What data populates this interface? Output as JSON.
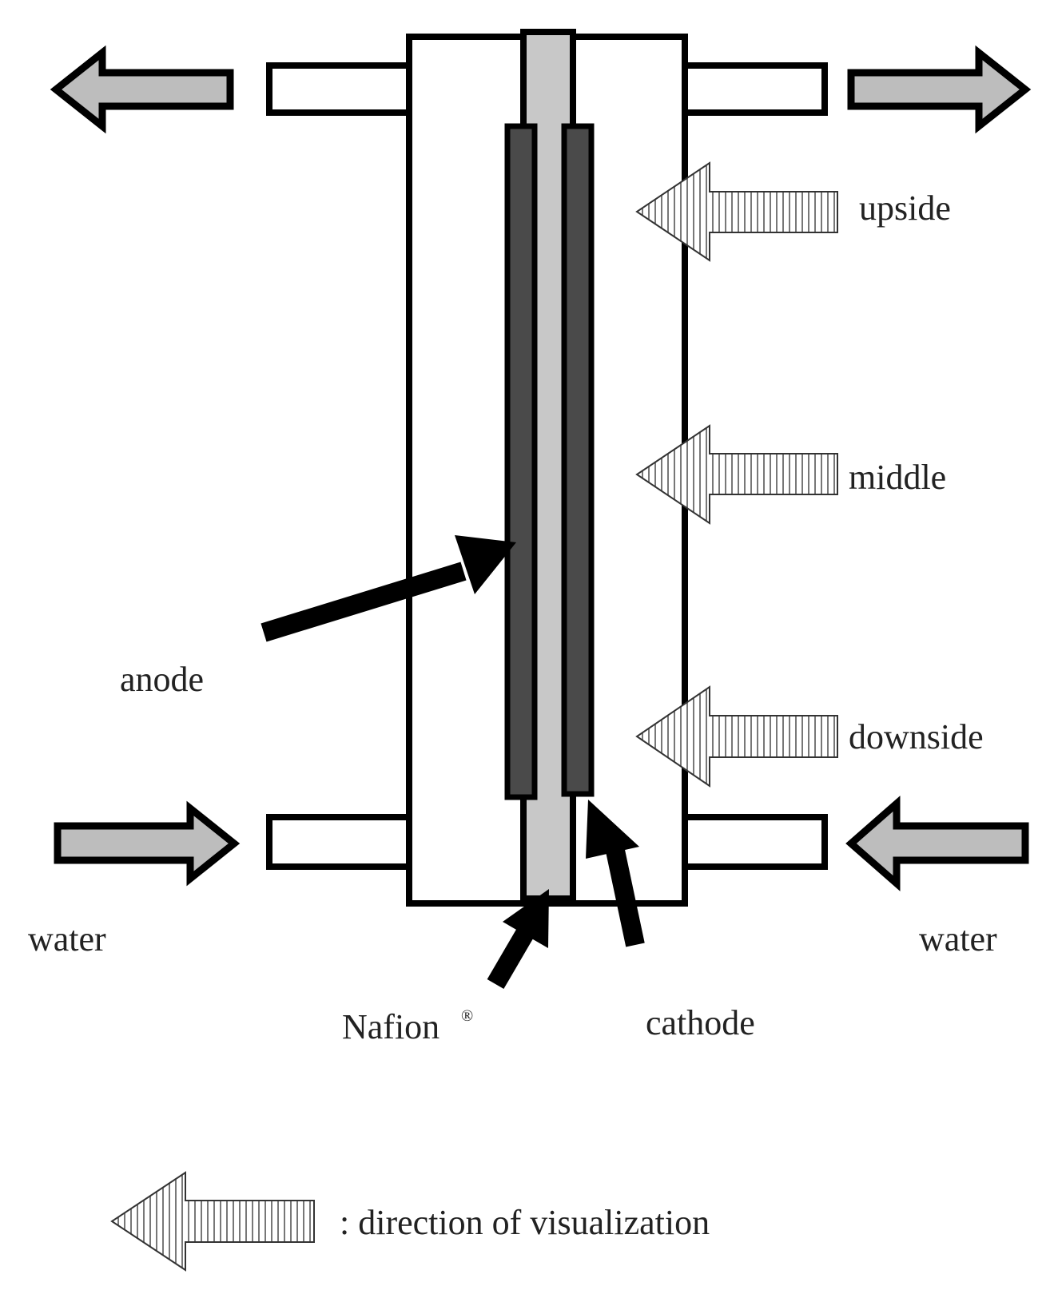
{
  "labels": {
    "upside": "upside",
    "middle": "middle",
    "downside": "downside",
    "anode": "anode",
    "water_left": "water",
    "water_right": "water",
    "nafion": "Nafion",
    "nafion_mark": "®",
    "cathode": "cathode",
    "legend": ": direction of visualization"
  },
  "colors": {
    "stroke": "#000000",
    "membrane": "#c8c8c8",
    "electrode": "#4a4a4a",
    "flow_arrow": "#bdbdbd",
    "background": "#ffffff"
  }
}
